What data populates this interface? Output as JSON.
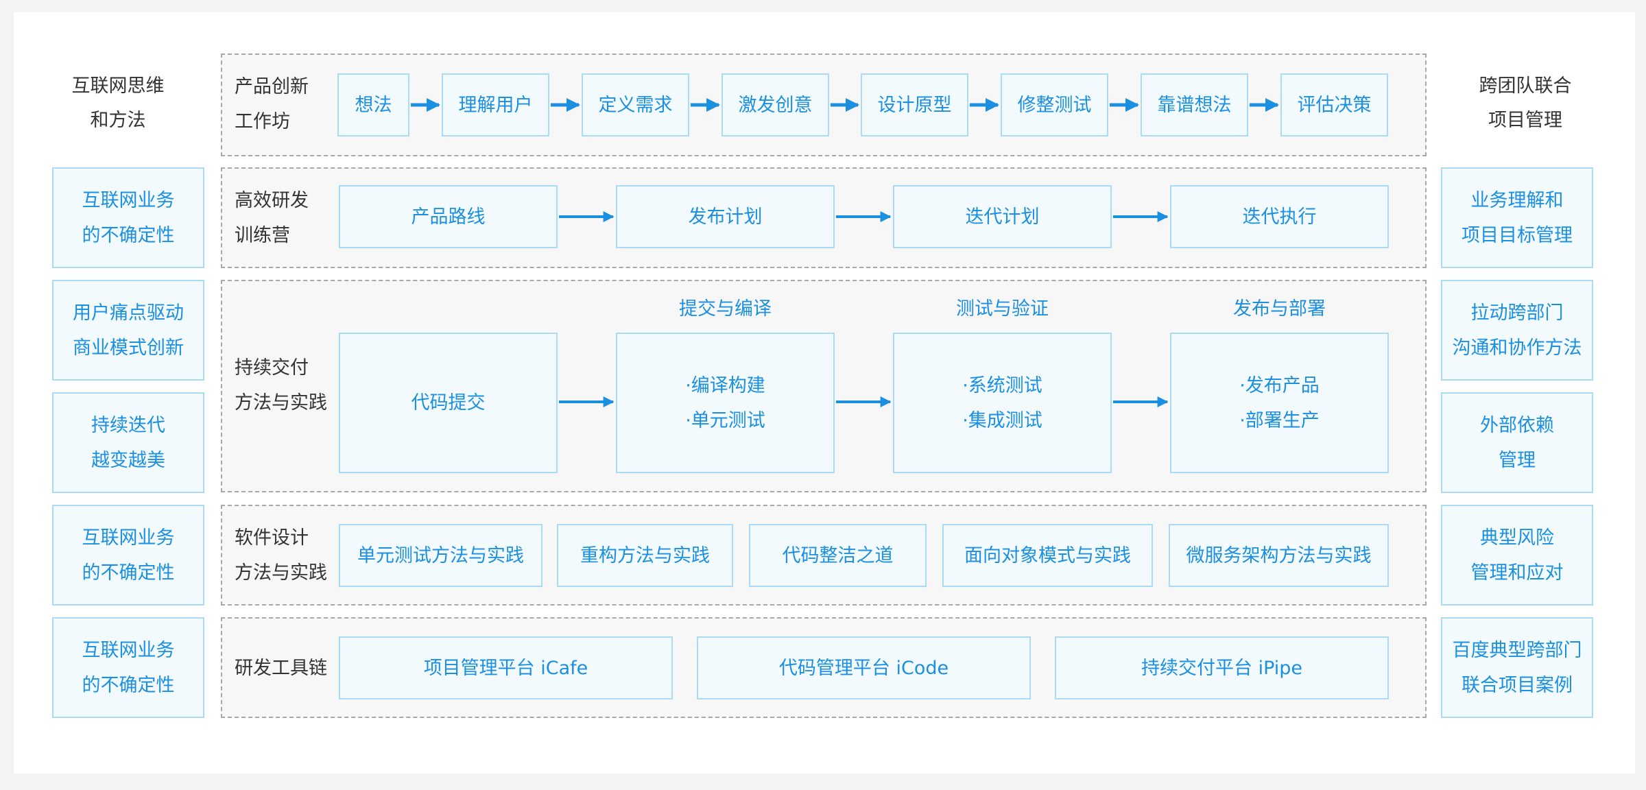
{
  "left_column": {
    "header": "互联网思维\n和方法",
    "items": [
      "互联网业务\n的不确定性",
      "用户痛点驱动\n商业模式创新",
      "持续迭代\n越变越美",
      "互联网业务\n的不确定性",
      "互联网业务\n的不确定性"
    ]
  },
  "right_column": {
    "header": "跨团队联合\n项目管理",
    "items": [
      "业务理解和\n项目目标管理",
      "拉动跨部门\n沟通和协作方法",
      "外部依赖\n管理",
      "典型风险\n管理和应对",
      "百度典型跨部门\n联合项目案例"
    ]
  },
  "rows": {
    "workshop": {
      "label": "产品创新\n工作坊",
      "steps": [
        "想法",
        "理解用户",
        "定义需求",
        "激发创意",
        "设计原型",
        "修整测试",
        "靠谱想法",
        "评估决策"
      ]
    },
    "bootcamp": {
      "label": "高效研发\n训练营",
      "steps": [
        "产品路线",
        "发布计划",
        "迭代计划",
        "迭代执行"
      ]
    },
    "delivery": {
      "label": "持续交付\n方法与实践",
      "stages": [
        "提交与编译",
        "测试与验证",
        "发布与部署"
      ],
      "first": "代码提交",
      "boxes": [
        [
          "·编译构建",
          "·单元测试"
        ],
        [
          "·系统测试",
          "·集成测试"
        ],
        [
          "·发布产品",
          "·部署生产"
        ]
      ]
    },
    "design": {
      "label": "软件设计\n方法与实践",
      "items": [
        "单元测试方法与实践",
        "重构方法与实践",
        "代码整洁之道",
        "面向对象模式与实践",
        "微服务架构方法与实践"
      ]
    },
    "tools": {
      "label": "研发工具链",
      "items": [
        "项目管理平台 iCafe",
        "代码管理平台 iCode",
        "持续交付平台 iPipe"
      ]
    }
  },
  "colors": {
    "accent": "#1b8fe0",
    "box_border": "#a9daf6",
    "box_fill": "#f3fafe",
    "dash": "#a8a8a8"
  }
}
